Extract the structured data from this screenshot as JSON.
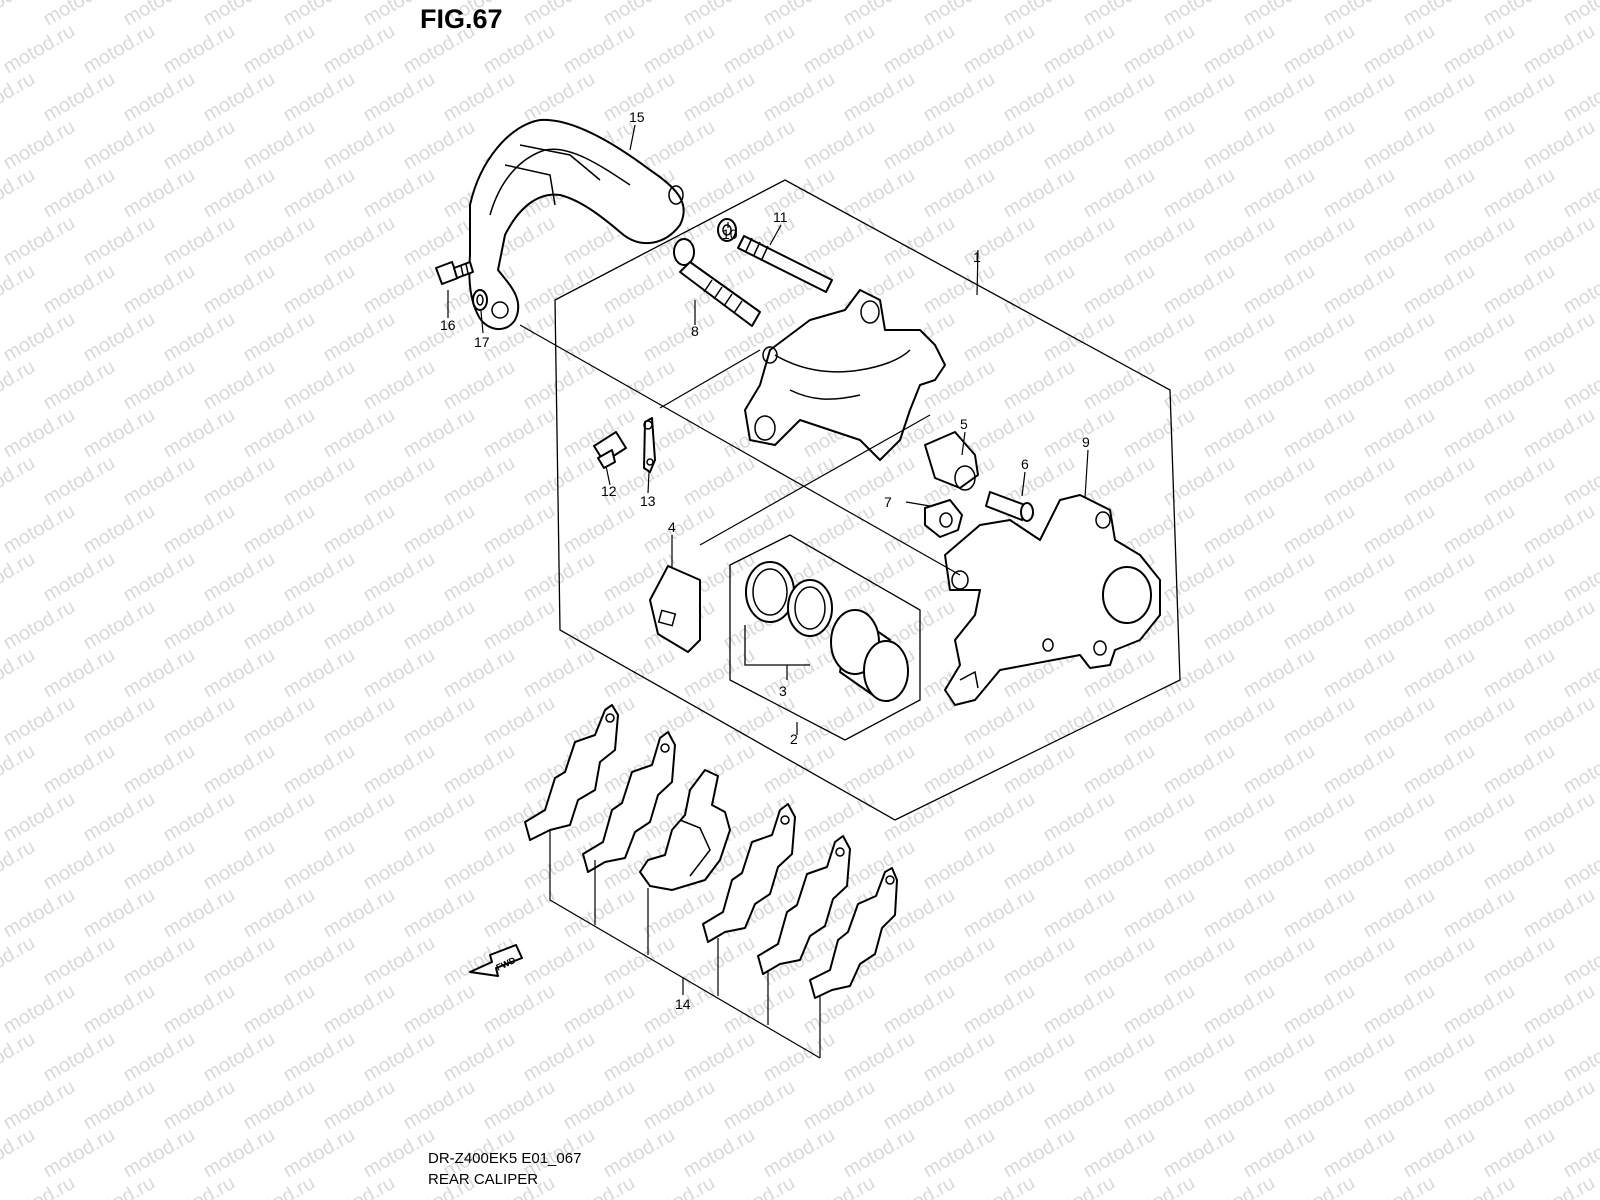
{
  "figure": {
    "title": "FIG.67",
    "model_code": "DR-Z400EK5 E01_067",
    "caption": "REAR CALIPER"
  },
  "watermark": {
    "text": "motod.ru",
    "color": "#d9d9d9"
  },
  "fwd_label": "FWD",
  "callouts": {
    "c1": "1",
    "c2": "2",
    "c3": "3",
    "c4": "4",
    "c5": "5",
    "c6": "6",
    "c7": "7",
    "c8": "8",
    "c9": "9",
    "c10": "10",
    "c11": "11",
    "c12": "12",
    "c13": "13",
    "c14": "14",
    "c15": "15",
    "c16": "16",
    "c17": "17"
  }
}
